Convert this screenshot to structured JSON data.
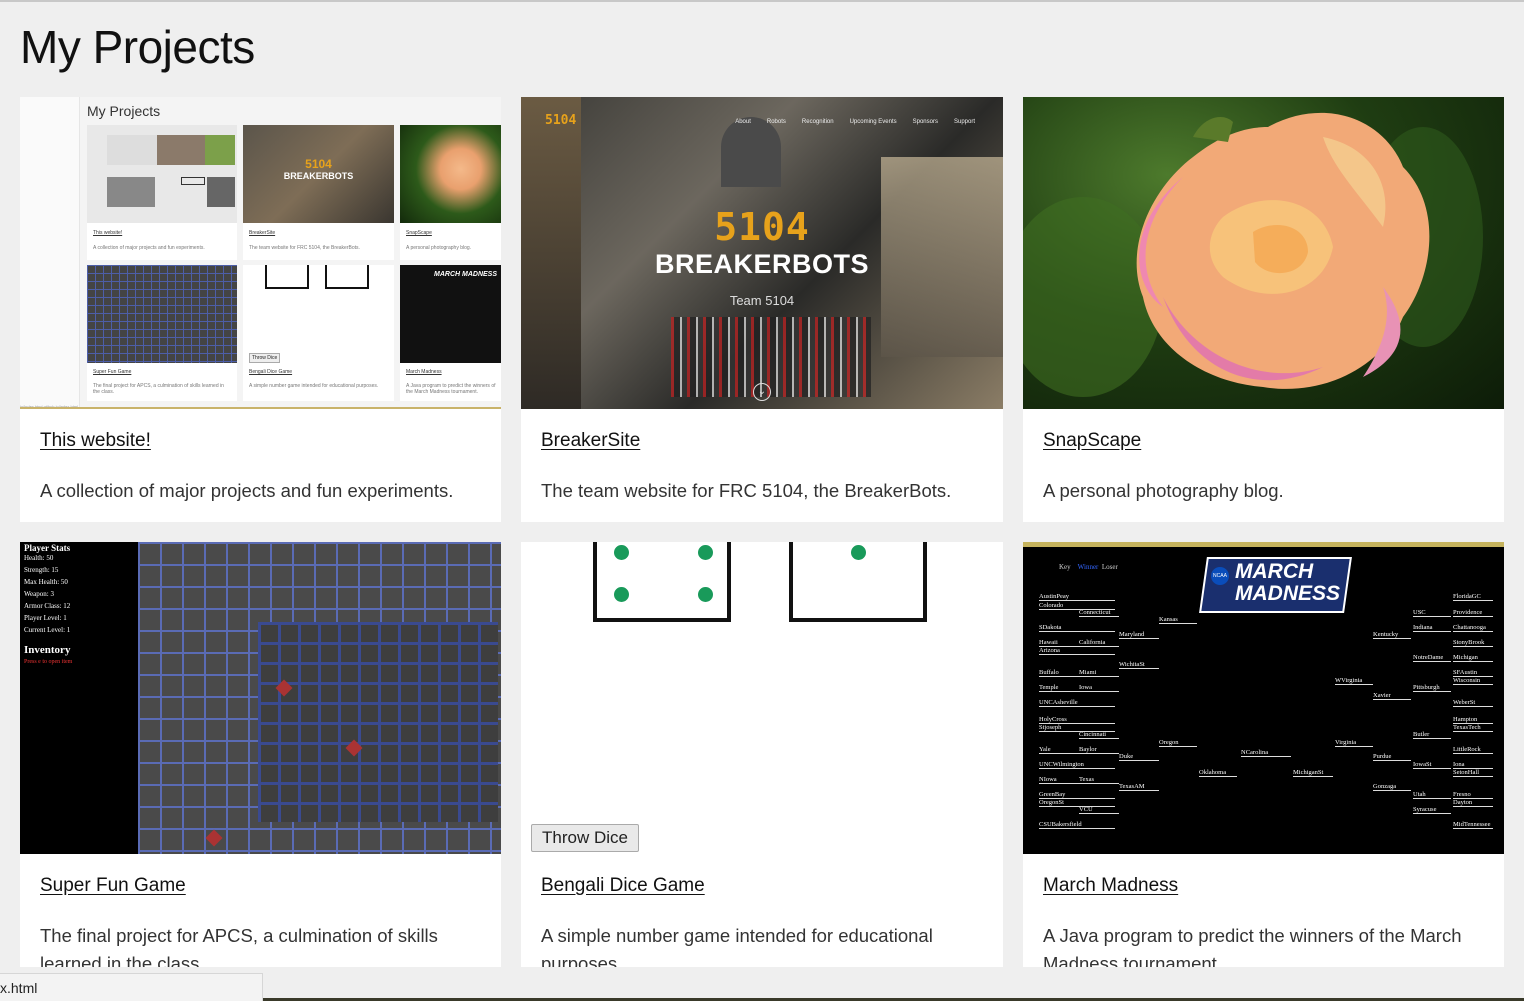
{
  "page": {
    "title": "My Projects"
  },
  "projects": [
    {
      "title": "This website!",
      "description": "A collection of major projects and fun experiments."
    },
    {
      "title": "BreakerSite",
      "description": "The team website for FRC 5104, the BreakerBots."
    },
    {
      "title": "SnapScape",
      "description": "A personal photography blog."
    },
    {
      "title": "Super Fun Game",
      "description": "The final project for APCS, a culmination of skills learned in the class."
    },
    {
      "title": "Bengali Dice Game",
      "description": "A simple number game intended for educational purposes."
    },
    {
      "title": "March Madness",
      "description": "A Java program to predict the winners of the March Madness tournament."
    }
  ],
  "thumb_website": {
    "heading": "My Projects",
    "cards": [
      {
        "title": "This website!",
        "desc": "A collection of major projects and fun experiments."
      },
      {
        "title": "BreakerSite",
        "desc": "The team website for FRC 5104, the BreakerBots."
      },
      {
        "title": "SnapScape",
        "desc": "A personal photography blog."
      },
      {
        "title": "Super Fun Game",
        "desc": "The final project for APCS, a culmination of skills learned in the class."
      },
      {
        "title": "Bengali Dice Game",
        "desc": "A simple number game intended for educational purposes."
      },
      {
        "title": "March Madness",
        "desc": "A Java program to predict the winners of the March Madness tournament."
      }
    ],
    "mini_button": "Throw Dice",
    "mini_5104": "5104",
    "mini_breakerbots": "BREAKERBOTS",
    "mini_march": "MARCH MADNESS",
    "url": "io/index.html github.io/index.html"
  },
  "thumb_breaker": {
    "logo": "5104",
    "nav": [
      "About",
      "Robots",
      "Recognition",
      "Upcoming Events",
      "Sponsors",
      "Support"
    ],
    "number": "5104",
    "name": "BREAKERBOTS",
    "team": "Team 5104"
  },
  "thumb_game": {
    "stats_title": "Player Stats",
    "stats": [
      "Health: 50",
      "Strength: 15",
      "Max Health: 50",
      "Weapon: 3",
      "Armor Class: 12",
      "Player Level: 1",
      "Current Level: 1"
    ],
    "inventory": "Inventory",
    "hint": "Press e to open item"
  },
  "thumb_dice": {
    "button": "Throw Dice"
  },
  "thumb_bracket": {
    "key": "Key",
    "winner": "Winner",
    "loser": "Loser",
    "logo_line1": "MARCH",
    "logo_line2": "MADNESS",
    "ncaa": "NCAA",
    "left_teams": [
      "AustinPeay",
      "Colorado",
      "SDakota",
      "Hawaii",
      "Arizona",
      "Buffalo",
      "Temple",
      "UNCAsheville",
      "HolyCross",
      "Stjoseph",
      "Yale",
      "UNCWilmington",
      "NIowa",
      "GreenBay",
      "OregonSt",
      "CSUBakersfield"
    ],
    "left_r2": [
      "Connecticut",
      "Maryland",
      "California",
      "Miami",
      "Iowa",
      "Cincinnati",
      "Baylor",
      "Texas",
      "VCU"
    ],
    "left_r3": [
      "Kansas",
      "WichitaSt",
      "Duke",
      "TexasAM"
    ],
    "left_r4": [
      "Oregon",
      "Oklahoma"
    ],
    "center": [
      "NCarolina",
      "MichiganSt"
    ],
    "right_r4": [
      "WVirginia",
      "Virginia"
    ],
    "right_r3": [
      "Kentucky",
      "Xavier",
      "Purdue",
      "Gonzaga"
    ],
    "right_r2": [
      "USC",
      "Indiana",
      "NotreDame",
      "Pittsburgh",
      "Butler",
      "IowaSt",
      "Utah",
      "Syracuse"
    ],
    "right_teams": [
      "FloridaGC",
      "Providence",
      "Chattanooga",
      "StonyBrook",
      "Michigan",
      "SFAustin",
      "Wisconsin",
      "WeberSt",
      "Hampton",
      "TexasTech",
      "LittleRock",
      "Iona",
      "SetonHall",
      "Fresno",
      "Dayton",
      "MidTennessee"
    ]
  },
  "status_bar": {
    "url": "x.html"
  }
}
